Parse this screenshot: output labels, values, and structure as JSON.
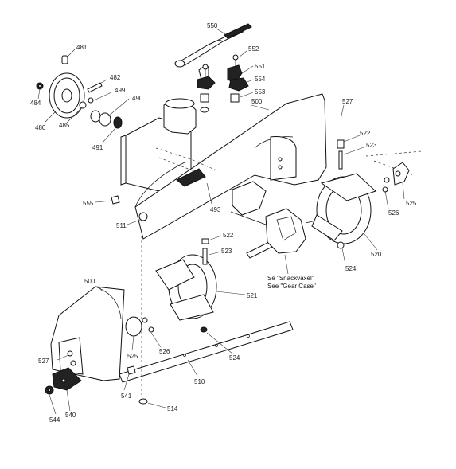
{
  "labels": {
    "l550": "550",
    "l552": "552",
    "l551": "551",
    "l554": "554",
    "l553": "553",
    "l481": "481",
    "l484": "484",
    "l482": "482",
    "l499": "499",
    "l490": "490",
    "l480": "480",
    "l485": "485",
    "l491": "491",
    "l500a": "500",
    "l527a": "527",
    "l522a": "522",
    "l523a": "523",
    "l555": "555",
    "l493": "493",
    "l511": "511",
    "l525a": "525",
    "l526a": "526",
    "l520": "520",
    "l524a": "524",
    "l522b": "522",
    "l523b": "523",
    "l521": "521",
    "l500b": "500",
    "l525b": "525",
    "l526b": "526",
    "l524b": "524",
    "l527b": "527",
    "l541": "541",
    "l510": "510",
    "l514": "514",
    "l540": "540",
    "l544": "544"
  },
  "notes": {
    "gearcase_sv": "Se \"Snäckväxel\"",
    "gearcase_en": "See \"Gear Case\""
  }
}
